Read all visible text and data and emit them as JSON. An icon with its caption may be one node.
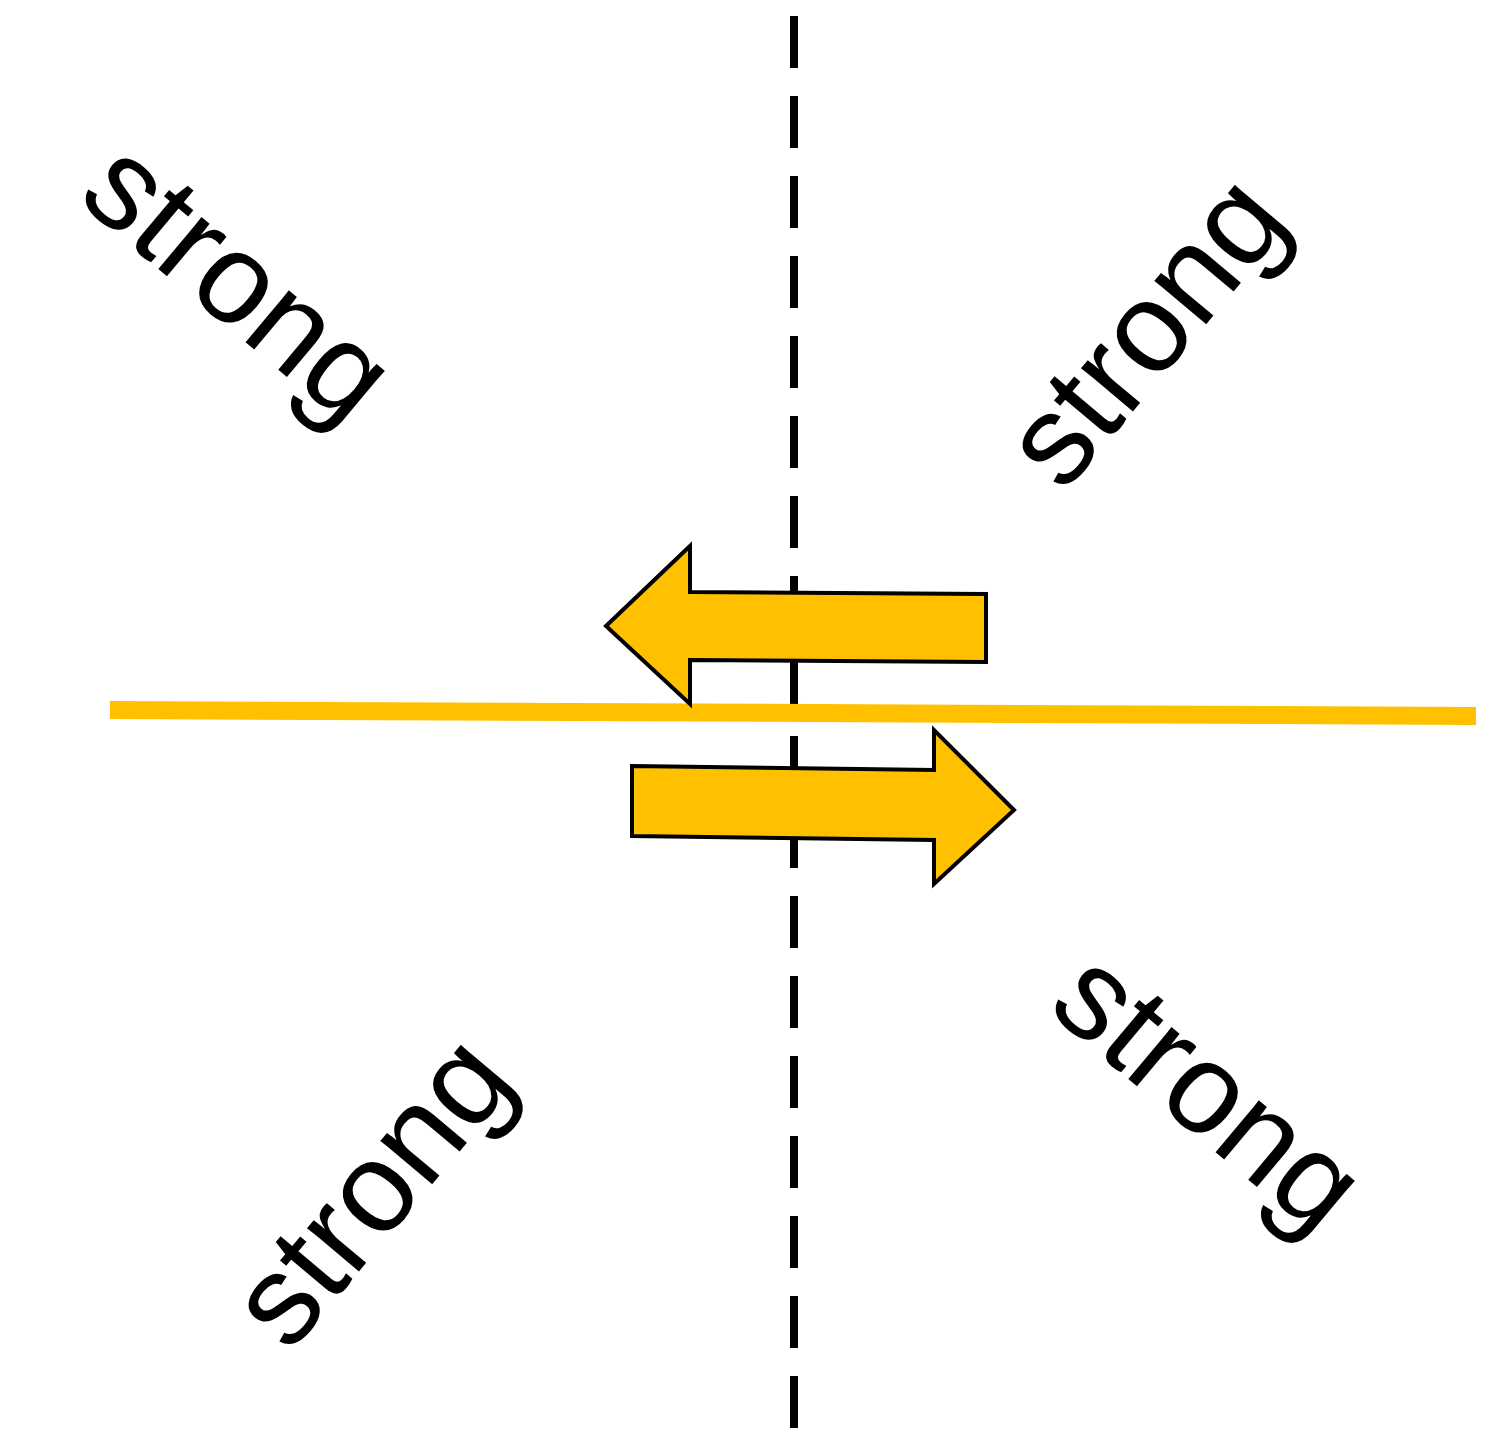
{
  "diagram": {
    "labels": [
      "strong",
      "strong",
      "strong",
      "strong"
    ]
  }
}
